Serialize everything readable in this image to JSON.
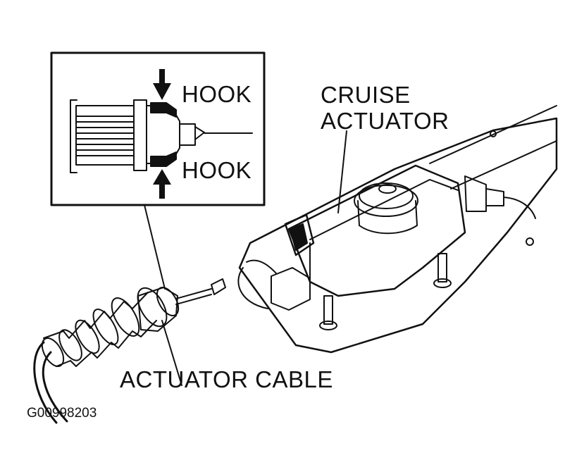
{
  "labels": {
    "hook_top": "HOOK",
    "hook_bottom": "HOOK",
    "cruise_actuator_line1": "CRUISE",
    "cruise_actuator_line2": "ACTUATOR",
    "actuator_cable": "ACTUATOR CABLE",
    "figure_id": "G00998203"
  },
  "colors": {
    "ink": "#111111",
    "paper": "#ffffff"
  }
}
